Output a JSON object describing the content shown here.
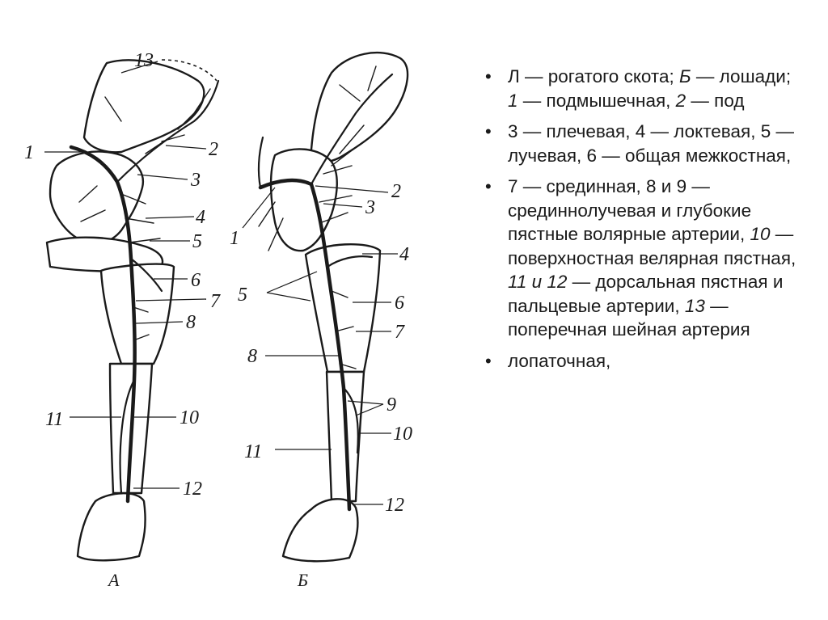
{
  "figure": {
    "callouts_a": [
      "13",
      "1",
      "2",
      "3",
      "4",
      "5",
      "6",
      "7",
      "8",
      "11",
      "10",
      "12"
    ],
    "callouts_b": [
      "2",
      "1",
      "3",
      "4",
      "5",
      "6",
      "7",
      "8",
      "9",
      "11",
      "10",
      "12"
    ],
    "caption_a": "А",
    "caption_b": "Б"
  },
  "bullets": [
    {
      "runs": [
        {
          "text": "Л — рогатого скота; ",
          "italic": false
        },
        {
          "text": "Б",
          "italic": true
        },
        {
          "text": " — лошади; ",
          "italic": false
        },
        {
          "text": "1",
          "italic": true
        },
        {
          "text": " — подмышечная, ",
          "italic": false
        },
        {
          "text": "2",
          "italic": true
        },
        {
          "text": " — под",
          "italic": false
        }
      ]
    },
    {
      "runs": [
        {
          "text": "3 — плечевая, 4 — локтевая, 5 — лучевая, 6 — общая межкостная,",
          "italic": false
        }
      ]
    },
    {
      "runs": [
        {
          "text": "7 — срединная, 8 и 9 — срединнолучевая и глубокие пястные волярные артерии, ",
          "italic": false
        },
        {
          "text": "10",
          "italic": true
        },
        {
          "text": " — поверхностная велярная пястная, ",
          "italic": false
        },
        {
          "text": "11 и 12",
          "italic": true
        },
        {
          "text": " — дорсальная пястная и пальцевые артерии, ",
          "italic": false
        },
        {
          "text": "13",
          "italic": true
        },
        {
          "text": " — поперечная шейная артерия",
          "italic": false
        }
      ]
    },
    {
      "runs": [
        {
          "text": "лопаточная,",
          "italic": false
        }
      ]
    }
  ]
}
